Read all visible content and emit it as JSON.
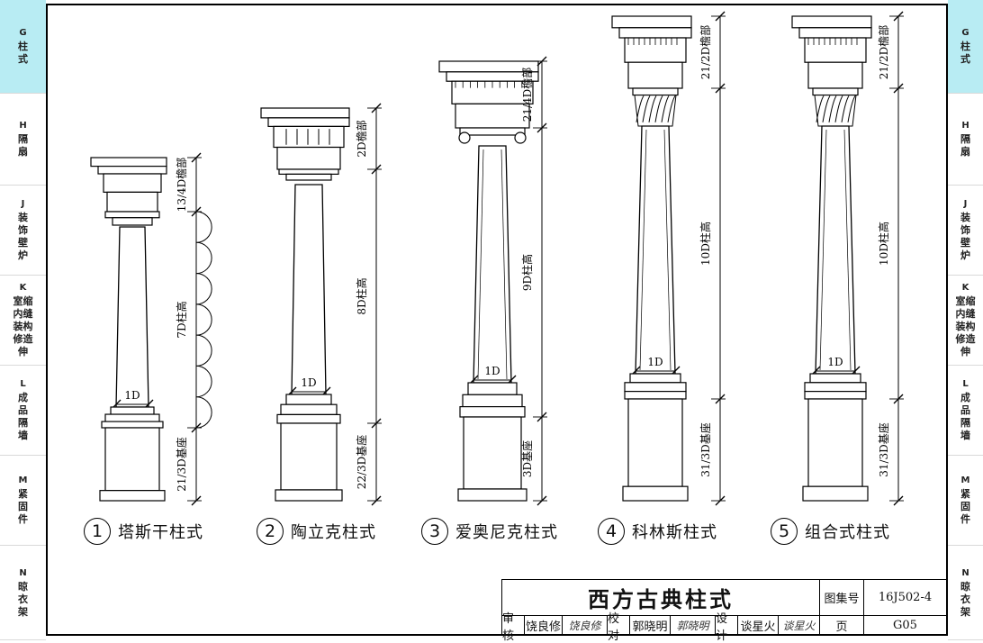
{
  "sidebar_left": [
    {
      "code": "G",
      "chars": [
        "柱",
        "式"
      ],
      "active": true
    },
    {
      "code": "H",
      "chars": [
        "隔",
        "扇"
      ],
      "active": false
    },
    {
      "code": "J",
      "chars": [
        "装",
        "饰",
        "壁",
        "炉"
      ],
      "active": false
    },
    {
      "code": "K",
      "chars": [
        "室缩",
        "内缝",
        "装构",
        "修造",
        "伸"
      ],
      "active": false
    },
    {
      "code": "L",
      "chars": [
        "成",
        "品",
        "隔",
        "墙"
      ],
      "active": false
    },
    {
      "code": "M",
      "chars": [
        "紧",
        "固",
        "件"
      ],
      "active": false
    },
    {
      "code": "N",
      "chars": [
        "晾",
        "衣",
        "架"
      ],
      "active": false
    }
  ],
  "sidebar_right": [
    {
      "code": "G",
      "chars": [
        "柱",
        "式"
      ],
      "active": true
    },
    {
      "code": "H",
      "chars": [
        "隔",
        "扇"
      ],
      "active": false
    },
    {
      "code": "J",
      "chars": [
        "装",
        "饰",
        "壁",
        "炉"
      ],
      "active": false
    },
    {
      "code": "K",
      "chars": [
        "室缩",
        "内缝",
        "装构",
        "修造",
        "伸"
      ],
      "active": false
    },
    {
      "code": "L",
      "chars": [
        "成",
        "品",
        "隔",
        "墙"
      ],
      "active": false
    },
    {
      "code": "M",
      "chars": [
        "紧",
        "固",
        "件"
      ],
      "active": false
    },
    {
      "code": "N",
      "chars": [
        "晾",
        "衣",
        "架"
      ],
      "active": false
    }
  ],
  "columns": [
    {
      "num": "1",
      "name": "塔斯干柱式",
      "d_label": "1D",
      "entablature": "13/4D檐部",
      "shaft": "7D柱高",
      "base": "21/3D基座"
    },
    {
      "num": "2",
      "name": "陶立克柱式",
      "d_label": "1D",
      "entablature": "2D檐部",
      "shaft": "8D柱高",
      "base": "22/3D基座"
    },
    {
      "num": "3",
      "name": "爱奥尼克柱式",
      "d_label": "1D",
      "entablature": "21/4D檐部",
      "shaft": "9D柱高",
      "base": "3D基座"
    },
    {
      "num": "4",
      "name": "科林斯柱式",
      "d_label": "1D",
      "entablature": "21/2D檐部",
      "shaft": "10D柱高",
      "base": "31/3D基座"
    },
    {
      "num": "5",
      "name": "组合式柱式",
      "d_label": "1D",
      "entablature": "21/2D檐部",
      "shaft": "10D柱高",
      "base": "31/3D基座"
    }
  ],
  "title_block": {
    "title": "西方古典柱式",
    "atlas_label": "图集号",
    "atlas_no": "16J502-4",
    "review_label": "审核",
    "review_name": "饶良修",
    "review_sig": "饶良修",
    "check_label": "校对",
    "check_name": "郭晓明",
    "check_sig": "郭晓明",
    "design_label": "设计",
    "design_name": "谈星火",
    "design_sig": "谈星火",
    "page_label": "页",
    "page_no": "G05"
  }
}
